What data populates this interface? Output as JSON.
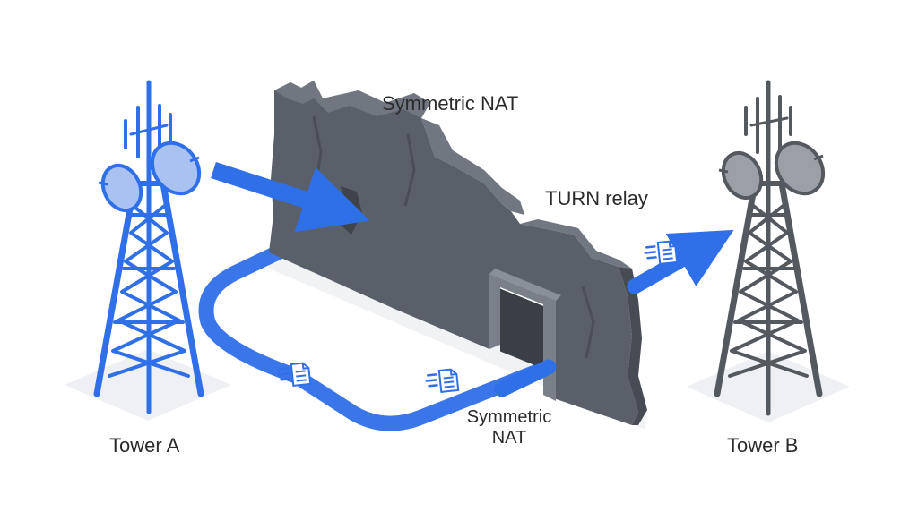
{
  "diagram": {
    "labels": {
      "tower_a": "Tower A",
      "tower_b": "Tower B",
      "nat_top": "Symmetric NAT",
      "turn_relay": "TURN relay",
      "nat_bottom": "Symmetric NAT"
    },
    "colors": {
      "tower_a": "#2f6fe8",
      "tower_b": "#54595f",
      "wall_front": "#5a6069",
      "wall_top": "#707780",
      "wall_side": "#474c54",
      "path": "#2f6fe8",
      "packet": "#2f6fe8",
      "ground": "#eef0f3"
    },
    "icons": {
      "tower": "cell-tower-icon",
      "packet": "document-packet-icon",
      "firewall": "nat-wall",
      "relay": "turn-relay-gateway"
    }
  }
}
